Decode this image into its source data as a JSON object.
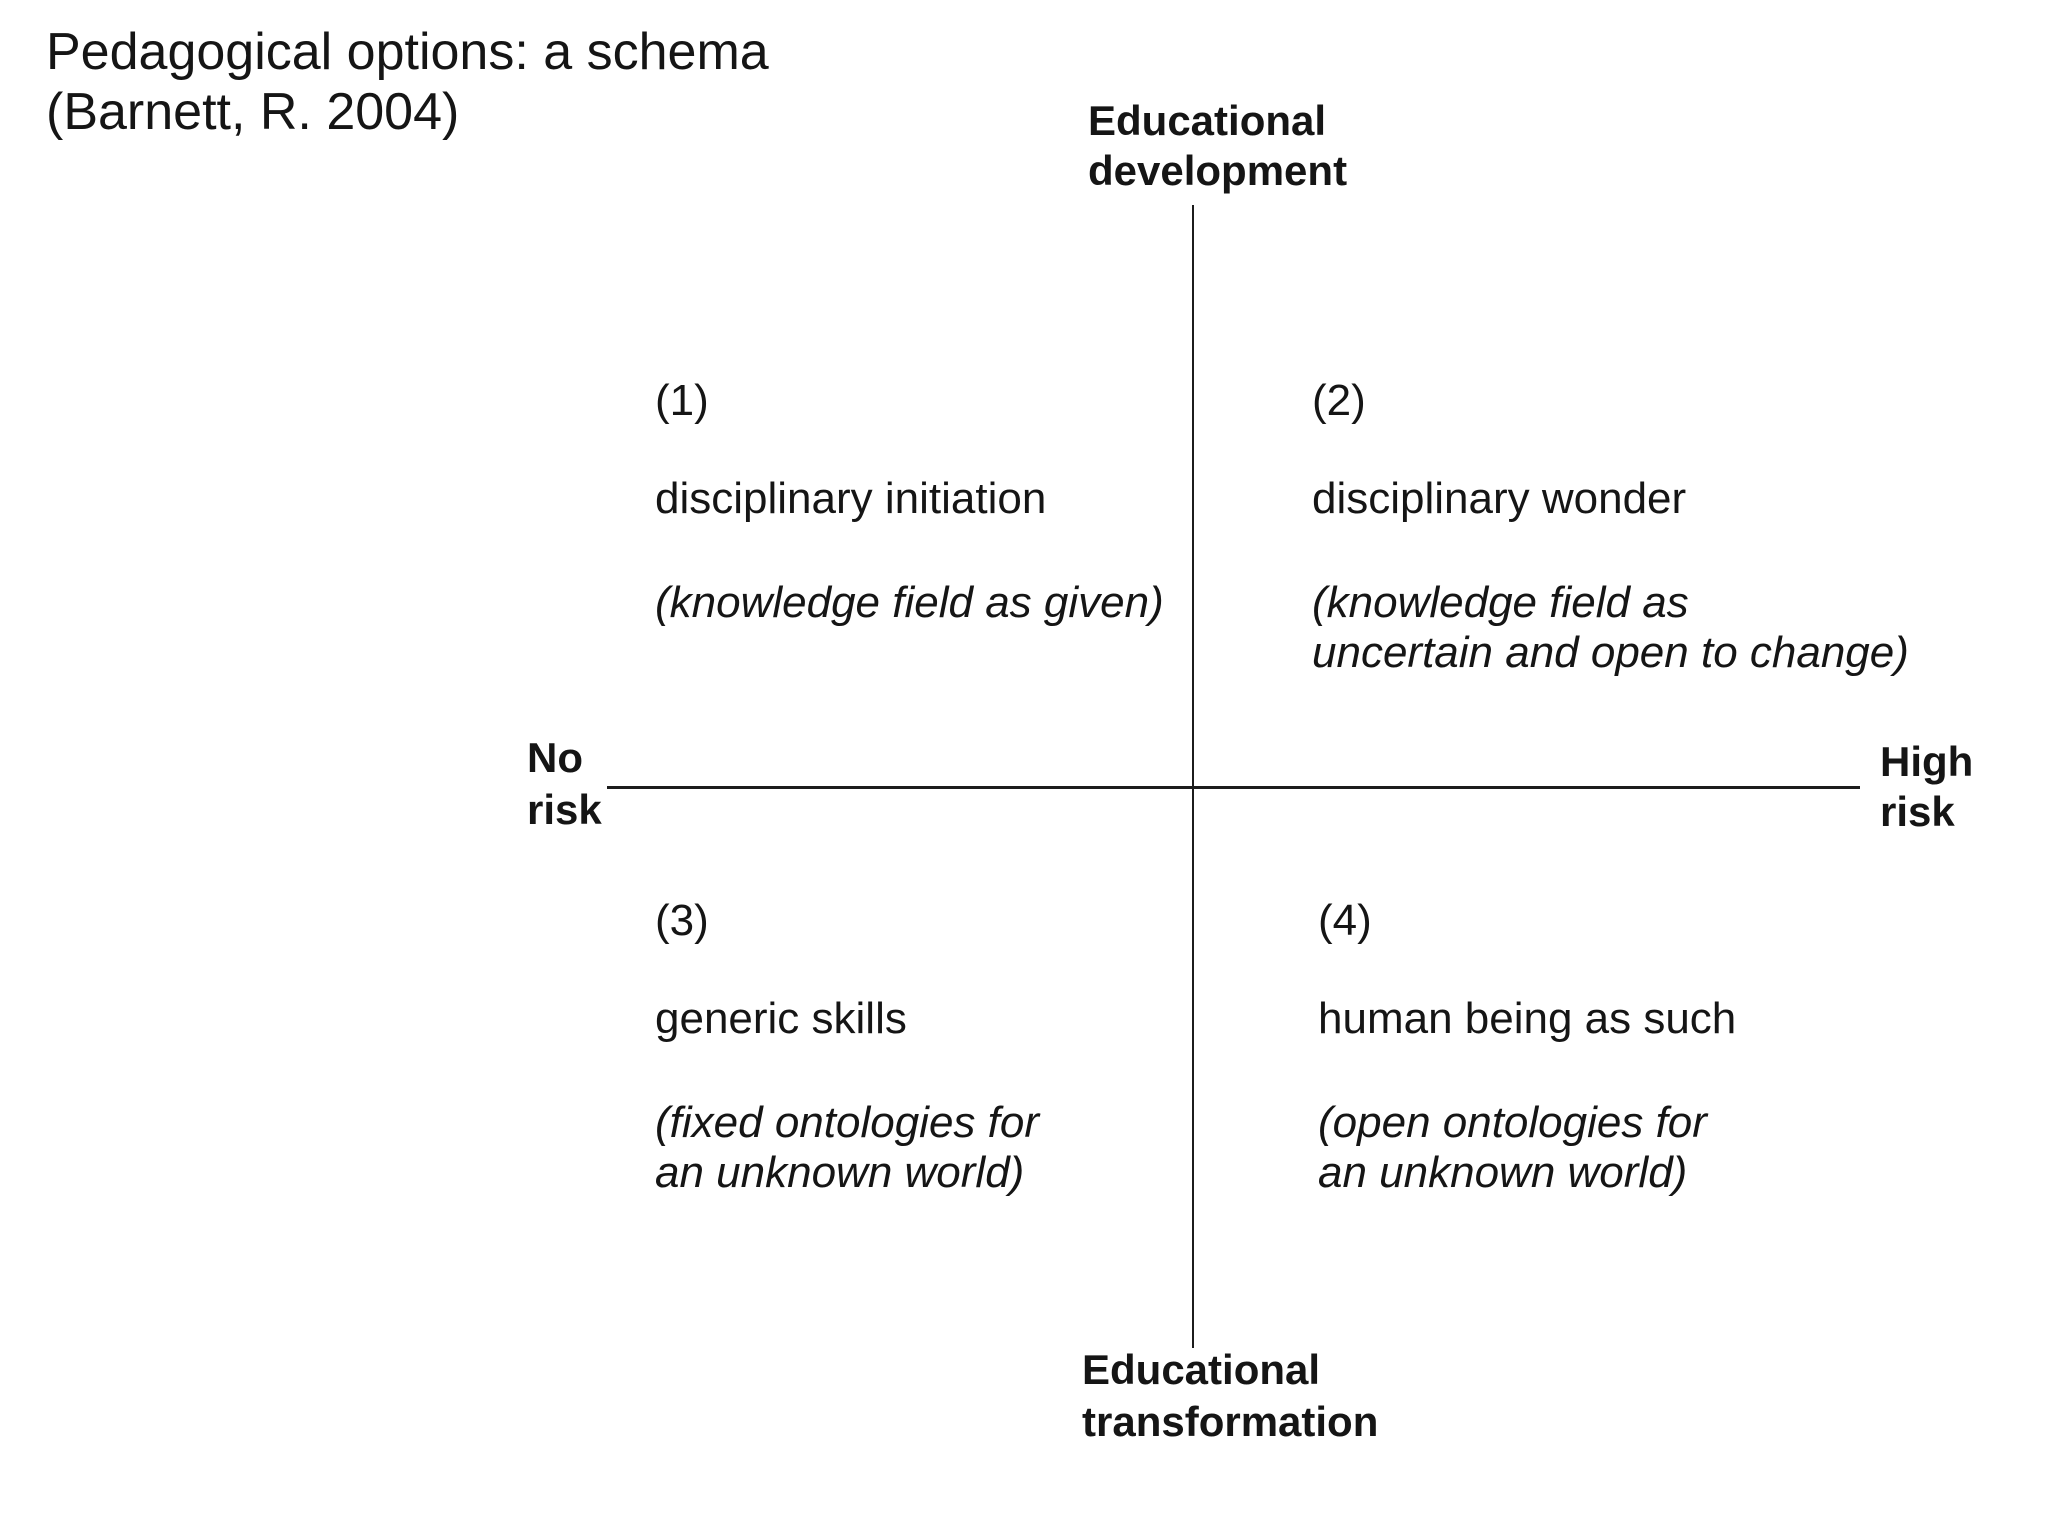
{
  "title": {
    "line1": "Pedagogical options: a schema",
    "line2": "(Barnett, R. 2004)"
  },
  "diagram": {
    "colors": {
      "background": "#ffffff",
      "text": "#151515",
      "line": "#1c1c1c"
    },
    "axes": {
      "vertical_top_label": "Educational\ndevelopment",
      "vertical_bottom_label": "Educational\ntransformation",
      "horizontal_left_label": "No\nrisk",
      "horizontal_right_label": "High\nrisk"
    },
    "quadrants": [
      {
        "number": "(1)",
        "name": "disciplinary initiation",
        "description": "(knowledge field as given)"
      },
      {
        "number": "(2)",
        "name": "disciplinary wonder",
        "description": "(knowledge field as\nuncertain and open to change)"
      },
      {
        "number": "(3)",
        "name": "generic skills",
        "description": "(fixed ontologies for\nan unknown world)"
      },
      {
        "number": "(4)",
        "name": "human being as such",
        "description": "(open ontologies for\nan unknown world)"
      }
    ]
  }
}
